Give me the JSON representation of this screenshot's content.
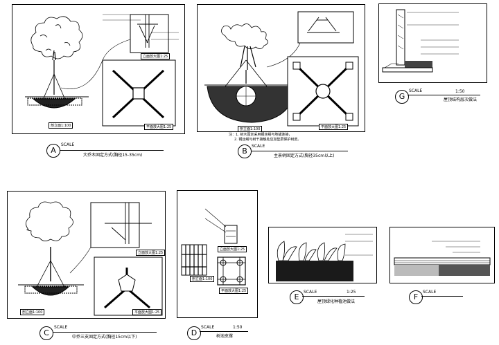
{
  "details": [
    {
      "id": "A",
      "scale": "SCALE",
      "title": "大乔木固定方式(胸径15-35cm)",
      "ratio": ""
    },
    {
      "id": "B",
      "scale": "SCALE",
      "title": "主景树固定方式(胸径35cm以上)",
      "ratio": ""
    },
    {
      "id": "C",
      "scale": "SCALE",
      "title": "中乔三支固定方式(胸径15cm以下)",
      "ratio": ""
    },
    {
      "id": "D",
      "scale": "SCALE",
      "title": "树池支撑",
      "ratio": "1:50"
    },
    {
      "id": "E",
      "scale": "SCALE",
      "title": "屋顶绿化种植池做法",
      "ratio": "1:25"
    },
    {
      "id": "F",
      "scale": "SCALE",
      "title": "",
      "ratio": ""
    },
    {
      "id": "G",
      "scale": "SCALE",
      "title": "屋顶结构层次做法",
      "ratio": "1:50"
    }
  ],
  "sub_labels": {
    "a_elev": "剖立面1:100",
    "a_detail": "立面放大图1:25",
    "a_plan": "平面放大图1:25",
    "b_elev": "剖立面1:100",
    "b_plan": "平面放大图1:25",
    "c_elev": "剖立面1:100",
    "c_detail": "立面放大图1:25",
    "c_plan": "平面放大图1:25",
    "d_elev": "剖立面1:100",
    "d_detail": "立面放大图1:25",
    "d_plan": "平面放大图1:25"
  },
  "notes": {
    "b_note1": "注：1. 树木固定采用钢丝绳与地锚连接，",
    "b_note2": "2. 钢丝绳与树干接触处应加垫层保护树皮。"
  }
}
